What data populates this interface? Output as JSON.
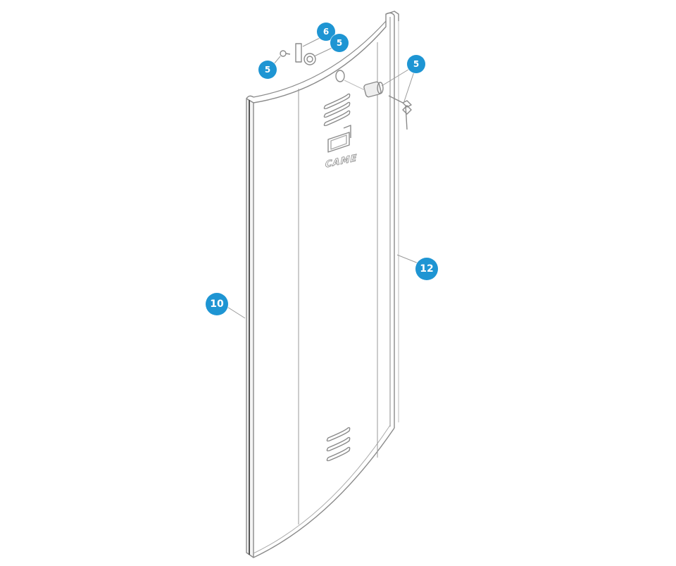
{
  "diagram": {
    "type": "exploded-parts-view",
    "subject": "Front cover panel with lock cylinder and keys",
    "logo_text": "CAME",
    "accent_color": "#1e95d3",
    "line_color": "#8a8a8a",
    "callouts": [
      {
        "id": "callout-6",
        "label": "6",
        "part": "lock latch plate"
      },
      {
        "id": "callout-5-washer",
        "label": "5",
        "part": "lock nut / washer"
      },
      {
        "id": "callout-5-screw",
        "label": "5",
        "part": "screw"
      },
      {
        "id": "callout-5-lock",
        "label": "5",
        "part": "lock cylinder and keys"
      },
      {
        "id": "callout-12",
        "label": "12",
        "part": "front cover panel"
      },
      {
        "id": "callout-10",
        "label": "10",
        "part": "side edge profile"
      }
    ]
  }
}
